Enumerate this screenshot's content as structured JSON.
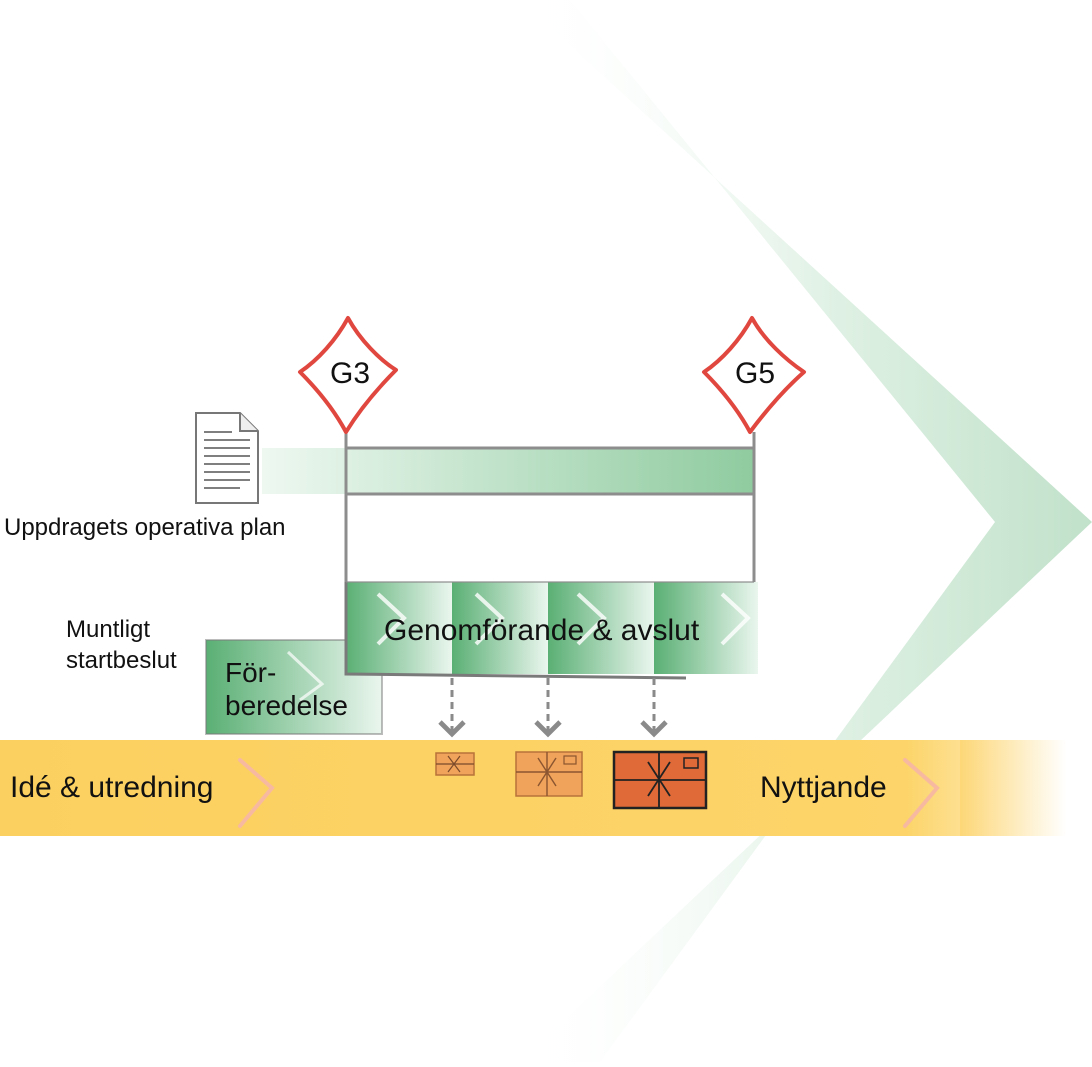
{
  "gates": [
    {
      "label": "G3"
    },
    {
      "label": "G5"
    }
  ],
  "document_label": "Uppdragets operativa plan",
  "start_decision_label": [
    "Muntligt",
    "startbeslut"
  ],
  "prep_label": [
    "För-",
    "beredelse"
  ],
  "execution_label": "Genomförande & avslut",
  "lifecycle": {
    "left_label": "Idé & utredning",
    "right_label": "Nyttjande"
  },
  "colors": {
    "green_dark": "#5fb57a",
    "green_light": "#e3f3e8",
    "gate_red": "#e0473f",
    "band_yellow": "#fcd46a",
    "package_light": "#f0a35a",
    "package_dark": "#e06a38",
    "arrow_gray": "#8a8a8a"
  }
}
